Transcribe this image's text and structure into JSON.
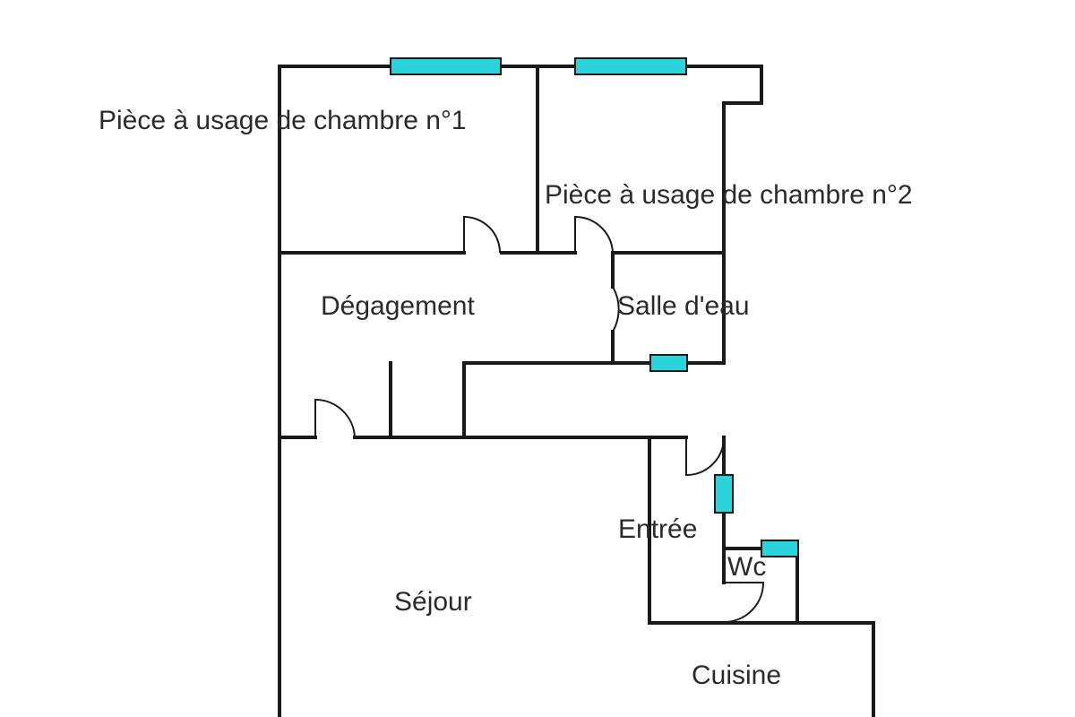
{
  "rooms": {
    "chambre1": "Pièce à usage de chambre n°1",
    "chambre2": "Pièce à usage de chambre n°2",
    "degagement": "Dégagement",
    "salle_eau": "Salle d'eau",
    "entree": "Entrée",
    "wc": "Wc",
    "sejour": "Séjour",
    "cuisine": "Cuisine"
  },
  "colors": {
    "wall": "#1a1a1a",
    "window": "#2ad4dc",
    "background": "#ffffff",
    "text": "#2b2b2b"
  }
}
